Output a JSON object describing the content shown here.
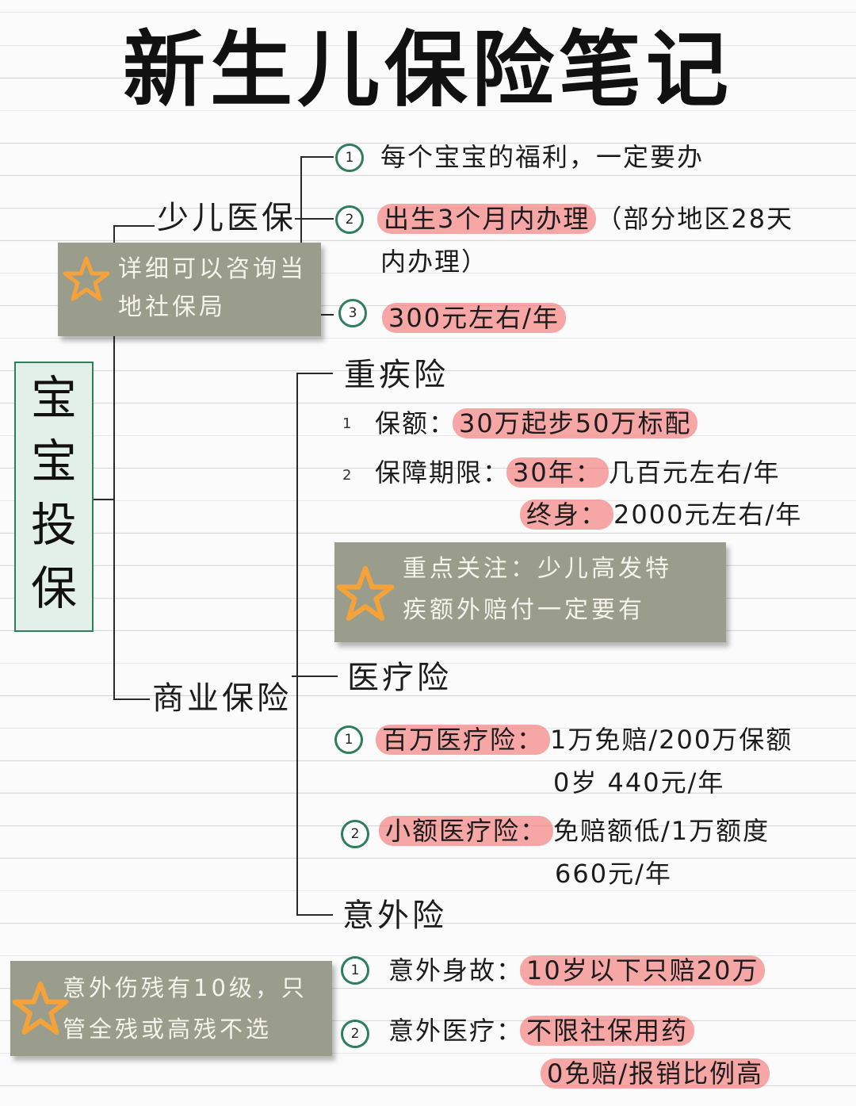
{
  "title": "新生儿保险笔记",
  "side_label": [
    "宝",
    "宝",
    "投",
    "保"
  ],
  "colors": {
    "highlight": "#f47878",
    "green": "#2e7d5b",
    "note_bg": "#9a9d8c",
    "star": "#f5a23a"
  },
  "child_insurance": {
    "label": "少儿医保",
    "items": [
      {
        "num": "1",
        "text": "每个宝宝的福利，一定要办"
      },
      {
        "num": "2",
        "highlight": "出生3个月内办理",
        "text": "（部分地区28天",
        "text2": "内办理）"
      },
      {
        "num": "3",
        "highlight": "300元左右/年"
      }
    ],
    "note": {
      "line1": "详细可以咨询当",
      "line2": "地社保局",
      "icon": "star-icon"
    }
  },
  "commercial": {
    "label": "商业保险",
    "critical": {
      "label": "重疾险",
      "items": [
        {
          "num": "1",
          "label": "保额：",
          "highlight": "30万起步50万标配"
        },
        {
          "num": "2",
          "label": "保障期限：",
          "highlight": "30年：",
          "text": "几百元左右/年",
          "highlight2": "终身：",
          "text2": "2000元左右/年"
        }
      ],
      "note": {
        "line1": "重点关注：少儿高发特",
        "line2": "疾额外赔付一定要有",
        "icon": "star-icon"
      }
    },
    "medical": {
      "label": "医疗险",
      "items": [
        {
          "num": "1",
          "highlight": "百万医疗险：",
          "text": "1万免赔/200万保额",
          "text2": "0岁 440元/年"
        },
        {
          "num": "2",
          "highlight": "小额医疗险：",
          "text": "免赔额低/1万额度",
          "text2": "660元/年"
        }
      ]
    },
    "accident": {
      "label": "意外险",
      "items": [
        {
          "num": "1",
          "label": "意外身故：",
          "highlight": "10岁以下只赔20万"
        },
        {
          "num": "2",
          "label": "意外医疗：",
          "highlight": "不限社保用药",
          "highlight2": "0免赔/报销比例高"
        }
      ],
      "note": {
        "line1": "意外伤残有10级，只",
        "line2": "管全残或高残不选",
        "icon": "star-icon"
      }
    }
  }
}
